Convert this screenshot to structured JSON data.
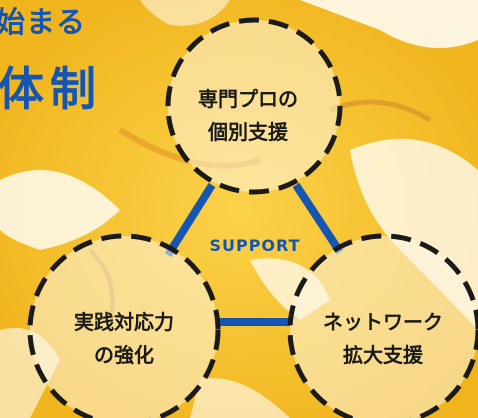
{
  "heading": {
    "line1": "始まる",
    "line2": "体制"
  },
  "diagram": {
    "center_label": "SUPPORT",
    "nodes": [
      {
        "line1": "専門プロの",
        "line2": "個別支援"
      },
      {
        "line1": "実践対応力",
        "line2": "の強化"
      },
      {
        "line1": "ネットワーク",
        "line2": "拡大支援"
      }
    ]
  },
  "colors": {
    "accent": "#1556b3",
    "background": "#f5c431",
    "circle_fill": "#fdf6e2",
    "stroke": "#1a1a1a"
  }
}
